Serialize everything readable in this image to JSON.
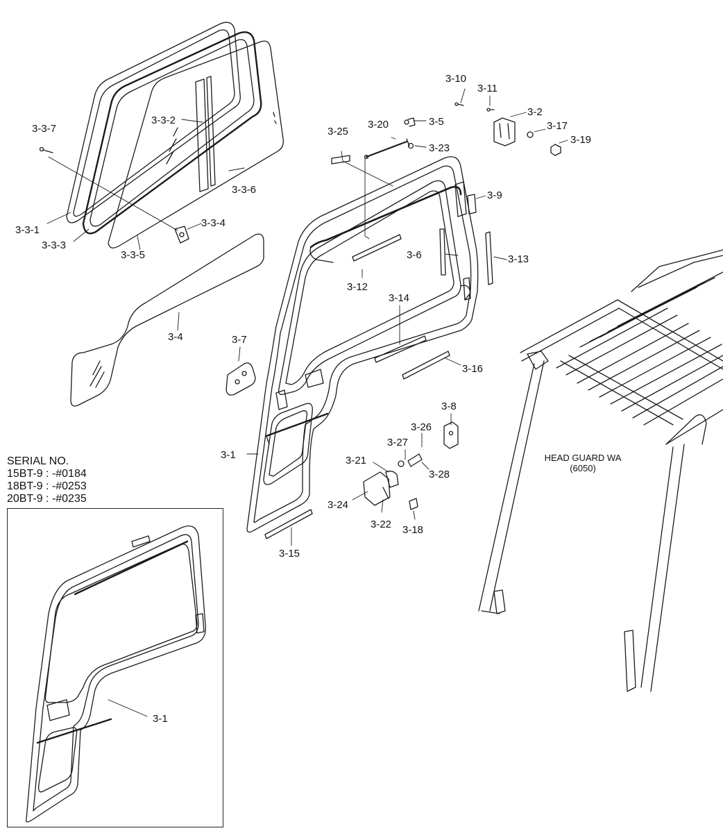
{
  "serial": {
    "heading": "SERIAL NO.",
    "lines": [
      "15BT-9 : -#0184",
      "18BT-9 : -#0253",
      "20BT-9 : -#0235"
    ]
  },
  "head_guard": {
    "name": "HEAD GUARD WA",
    "code": "(6050)"
  },
  "labels": {
    "p3_3_7": "3-3-7",
    "p3_3_2": "3-3-2",
    "p3_3_6": "3-3-6",
    "p3_3_1": "3-3-1",
    "p3_3_3": "3-3-3",
    "p3_3_4": "3-3-4",
    "p3_3_5": "3-3-5",
    "p3_4": "3-4",
    "p3_25": "3-25",
    "p3_20": "3-20",
    "p3_5": "3-5",
    "p3_23": "3-23",
    "p3_10": "3-10",
    "p3_11": "3-11",
    "p3_2": "3-2",
    "p3_17": "3-17",
    "p3_19": "3-19",
    "p3_9": "3-9",
    "p3_6": "3-6",
    "p3_13": "3-13",
    "p3_12": "3-12",
    "p3_14": "3-14",
    "p3_7": "3-7",
    "p3_16": "3-16",
    "p3_8": "3-8",
    "p3_26": "3-26",
    "p3_27": "3-27",
    "p3_21": "3-21",
    "p3_28": "3-28",
    "p3_1": "3-1",
    "p3_24": "3-24",
    "p3_22": "3-22",
    "p3_18": "3-18",
    "p3_15": "3-15",
    "p3_1_inset": "3-1"
  }
}
